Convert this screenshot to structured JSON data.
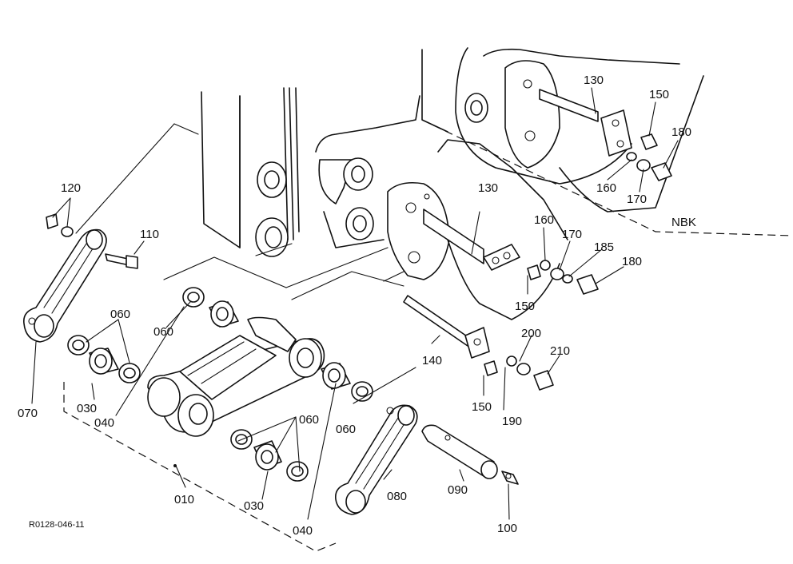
{
  "labels": {
    "l010": "010",
    "l030a": "030",
    "l030b": "030",
    "l040a": "040",
    "l040b": "040",
    "l060a": "060",
    "l060b": "060",
    "l060c": "060",
    "l060d": "060",
    "l070": "070",
    "l080": "080",
    "l090": "090",
    "l100": "100",
    "l110": "110",
    "l120": "120",
    "l130a": "130",
    "l130b": "130",
    "l140": "140",
    "l150a": "150",
    "l150b": "150",
    "l150c": "150",
    "l160a": "160",
    "l160b": "160",
    "l170a": "170",
    "l170b": "170",
    "l180a": "180",
    "l180b": "180",
    "l185": "185",
    "l190": "190",
    "l200": "200",
    "l210": "210",
    "nbk": "NBK",
    "ref": "R0128-046-11"
  }
}
